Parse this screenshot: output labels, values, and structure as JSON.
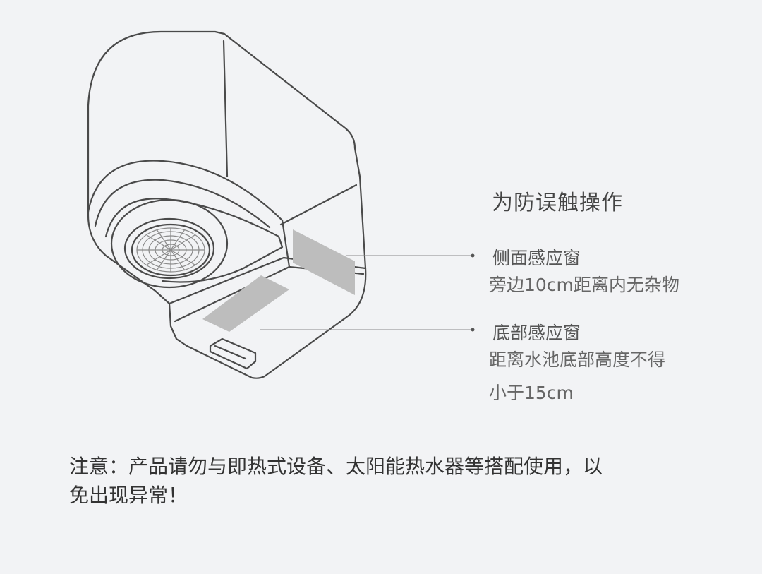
{
  "header": {
    "title": "为防误触操作"
  },
  "callouts": [
    {
      "title": "侧面感应窗",
      "lines": [
        "旁边10cm距离内无杂物"
      ]
    },
    {
      "title": "底部感应窗",
      "lines": [
        "距离水池底部高度不得",
        "小于15cm"
      ]
    }
  ],
  "notice": {
    "line1": "注意：产品请勿与即热式设备、太阳能热水器等搭配使用，以",
    "line2": "免出现异常！"
  },
  "colors": {
    "background": "#f2f3f5",
    "outline": "#4a4a4a",
    "sensor_window": "#bdbdbd"
  }
}
